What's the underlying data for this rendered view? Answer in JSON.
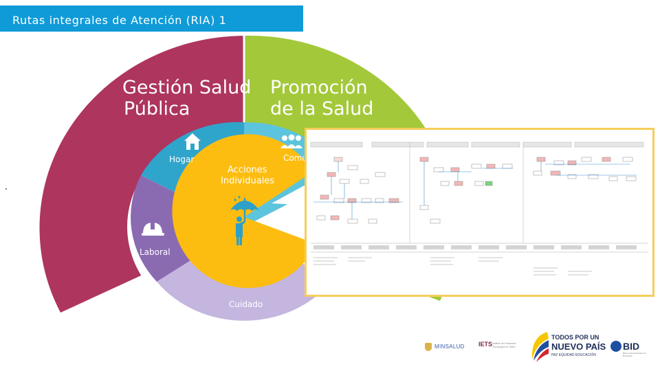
{
  "header": {
    "title": "Rutas integrales de Atención (RIA) 1"
  },
  "wheel": {
    "outer": [
      {
        "label_lines": [
          "Gestión Salud",
          "Pública"
        ],
        "color": "#ad355e"
      },
      {
        "label_lines": [
          "Promoción",
          "de la Salud"
        ],
        "color": "#a3c83a"
      }
    ],
    "middle": [
      {
        "label": "Hogar",
        "icon": "house-icon",
        "color": "#2fa5cc"
      },
      {
        "label": "Comunidad",
        "icon": "people-icon",
        "color": "#5cc4dc"
      },
      {
        "label": "Laboral",
        "icon": "helmet-icon",
        "color": "#8a6bb1"
      },
      {
        "label": "Cuidado",
        "color": "#c4b6df"
      }
    ],
    "core": {
      "label_lines": [
        "Acciones",
        "Individuales"
      ],
      "icon": "umbrella-person-icon",
      "color": "#fdbd10"
    }
  },
  "document_preview": {
    "description_icon": "flowchart-document-icon",
    "border_color": "#f6cd5a"
  },
  "footer": {
    "logos": {
      "minsalud": "MINSALUD",
      "iets": "IETS",
      "iets_sub": "Instituto de Evaluación Tecnológica en Salud",
      "todos_line1": "TODOS POR UN",
      "todos_line2": "NUEVO PAÍS",
      "todos_line3": "PAZ   EQUIDAD   EDUCACIÓN",
      "bid": "BID",
      "bid_sub": "Banco Interamericano de Desarrollo"
    }
  }
}
